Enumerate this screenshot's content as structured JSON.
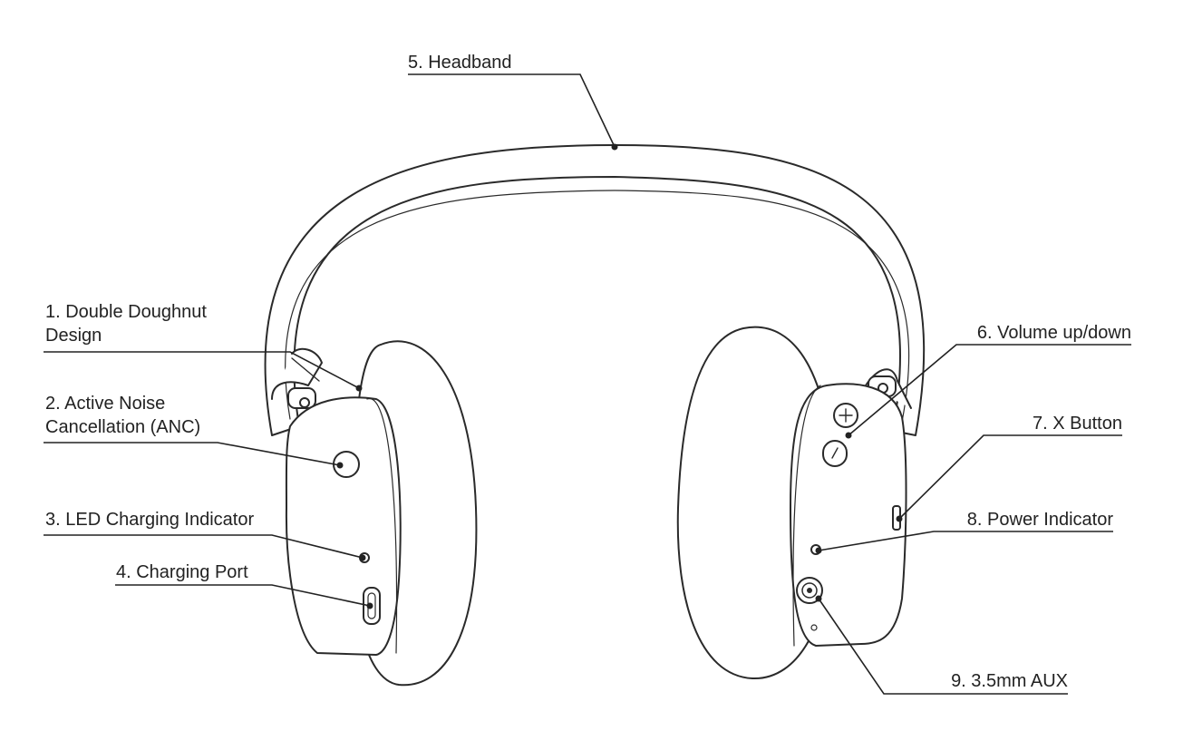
{
  "labels": {
    "double_doughnut": [
      "1. Double Doughnut",
      "Design"
    ],
    "anc": [
      "2. Active Noise",
      "Cancellation (ANC)"
    ],
    "led_charging": "3. LED Charging Indicator",
    "charging_port": "4. Charging Port",
    "headband": "5. Headband",
    "volume": "6.  Volume up/down",
    "x_button": "7. X Button",
    "power_indicator": "8. Power Indicator",
    "aux": "9. 3.5mm AUX"
  },
  "colors": {
    "stroke": "#2a2a2a",
    "fill": "#ffffff",
    "text": "#222222"
  }
}
